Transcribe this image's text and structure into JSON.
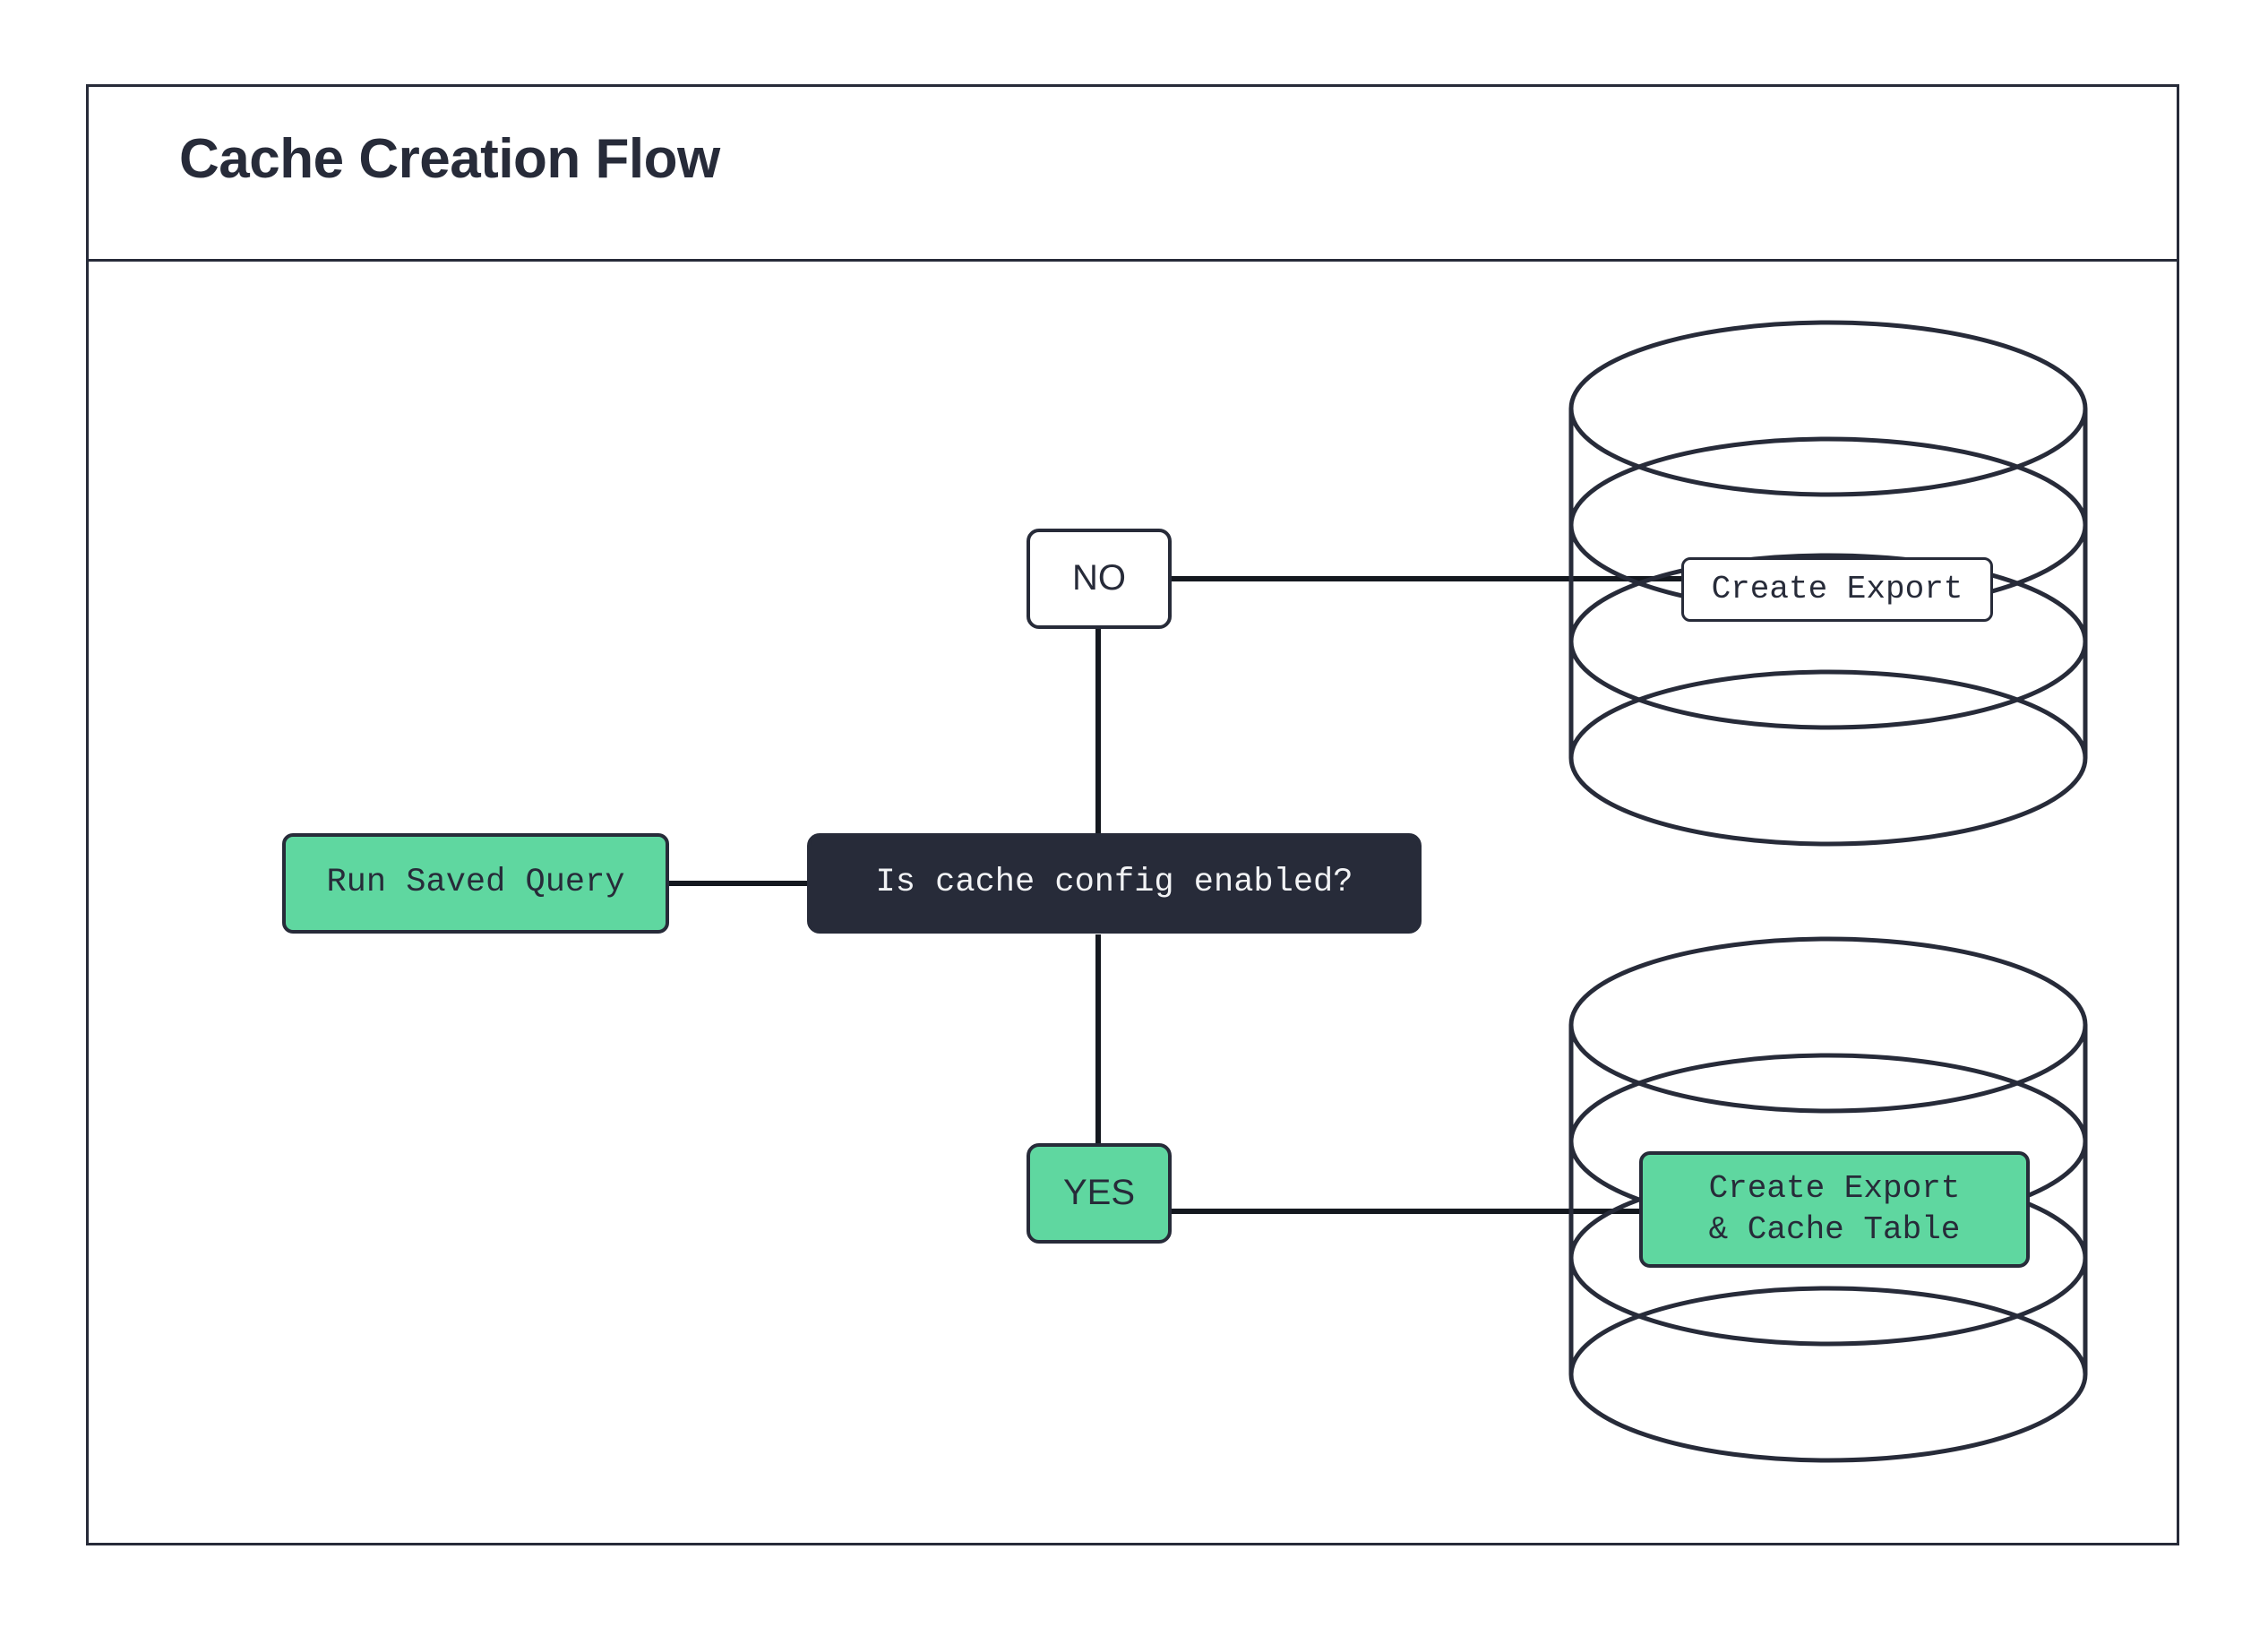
{
  "diagram": {
    "title": "Cache Creation Flow",
    "type": "flowchart",
    "orientation": "left-to-right",
    "colors": {
      "accent_green": "#5fd7a0",
      "dark_navy": "#272b39",
      "background": "#ffffff",
      "stroke": "#272b39",
      "dark_node_text": "#f2f3f5"
    },
    "nodes": [
      {
        "id": "run-saved-query",
        "label": "Run Saved Query",
        "shape": "rounded-rect",
        "style": "green"
      },
      {
        "id": "decision",
        "label": "Is cache config enabled?",
        "shape": "rounded-rect",
        "style": "dark"
      },
      {
        "id": "no",
        "label": "NO",
        "shape": "rounded-rect",
        "style": "white"
      },
      {
        "id": "yes",
        "label": "YES",
        "shape": "rounded-rect",
        "style": "green"
      },
      {
        "id": "create-export",
        "label": "Create Export",
        "shape": "rounded-rect",
        "style": "white",
        "container": "database-cylinder-top"
      },
      {
        "id": "create-export-cache",
        "label": "Create Export\n& Cache Table",
        "shape": "rounded-rect",
        "style": "green",
        "container": "database-cylinder-bottom"
      }
    ],
    "containers": [
      {
        "id": "database-cylinder-top",
        "shape": "database-cylinder"
      },
      {
        "id": "database-cylinder-bottom",
        "shape": "database-cylinder"
      }
    ],
    "edges": [
      {
        "from": "run-saved-query",
        "to": "decision"
      },
      {
        "from": "decision",
        "to": "no"
      },
      {
        "from": "no",
        "to": "create-export"
      },
      {
        "from": "decision",
        "to": "yes"
      },
      {
        "from": "yes",
        "to": "create-export-cache"
      }
    ]
  }
}
